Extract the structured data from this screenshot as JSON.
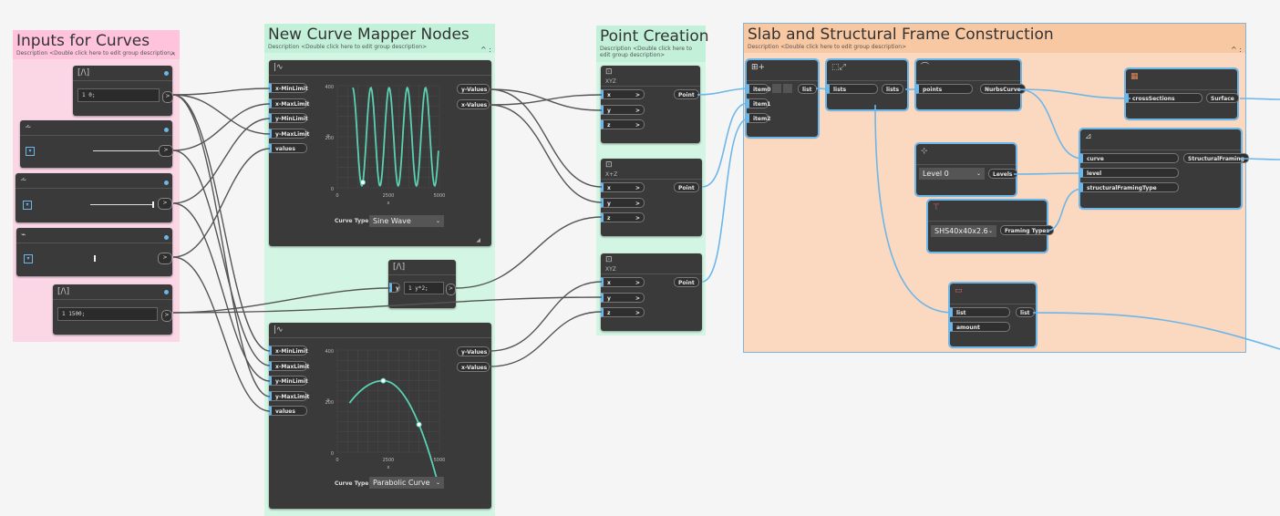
{
  "groups": {
    "inputs": {
      "title": "Inputs for Curves",
      "description": "Description <Double click here to edit group description>"
    },
    "mapper": {
      "title": "New Curve Mapper Nodes",
      "description": "Description <Double click here to edit group description>"
    },
    "points": {
      "title": "Point Creation",
      "description": "Description <Double click here to\nedit group description>"
    },
    "slab": {
      "title": "Slab and Structural Frame Construction",
      "description": "Description <Double click here to edit group description>"
    }
  },
  "colors": {
    "inputs": "#ffc7dc",
    "mapper": "#c5f0da",
    "points": "#c5f0da",
    "slab": "#fbd5b5",
    "wire": "#555555",
    "wire_blue": "#6db6e9",
    "accent": "#6db6e9",
    "curve": "#5ad1b3"
  },
  "nodes": {
    "cb_top": {
      "code": "1  0;",
      "icon": "[/\\]"
    },
    "slider1": {
      "icon": "slider-icon",
      "arrow": ">"
    },
    "slider2": {
      "icon": "slider-icon",
      "arrow": ">"
    },
    "slider3": {
      "icon": "slider-icon",
      "arrow": ">"
    },
    "cb_bottom": {
      "code": "1  1500;",
      "icon": "[/\\]"
    },
    "cb_mid": {
      "port": "y",
      "code": "1  y*2;",
      "icon": "[/\\]"
    },
    "mapper1": {
      "inputs": [
        "x-MinLimit",
        "x-MaxLimit",
        "y-MinLimit",
        "y-MaxLimit",
        "values"
      ],
      "outputs": [
        "y-Values",
        "x-Values"
      ],
      "curve_type_label": "Curve Type",
      "curve_type": "Sine Wave",
      "yticks": [
        "400",
        "200",
        "0"
      ],
      "xticks": [
        "0",
        "2500",
        "5000"
      ],
      "xaxis": "x",
      "yaxis": "y"
    },
    "mapper2": {
      "inputs": [
        "x-MinLimit",
        "x-MaxLimit",
        "y-MinLimit",
        "y-MaxLimit",
        "values"
      ],
      "outputs": [
        "y-Values",
        "x-Values"
      ],
      "curve_type_label": "Curve Type",
      "curve_type": "Parabolic Curve",
      "yticks": [
        "400",
        "200",
        "0"
      ],
      "xticks": [
        "0",
        "2500",
        "5000"
      ],
      "xaxis": "x",
      "yaxis": "y"
    },
    "pt1": {
      "title": "XYZ",
      "inputs": [
        "x",
        "y",
        "z"
      ],
      "output": "Point"
    },
    "pt2": {
      "title": "X+Z",
      "inputs": [
        "x",
        "y",
        "z"
      ],
      "output": "Point"
    },
    "pt3": {
      "title": "XYZ",
      "inputs": [
        "x",
        "y",
        "z"
      ],
      "output": "Point"
    },
    "list_create": {
      "inputs": [
        "item0",
        "item1",
        "item2"
      ],
      "output": "list"
    },
    "transpose": {
      "input": "lists",
      "output": "lists"
    },
    "nurbs": {
      "input": "points",
      "output": "NurbsCurve"
    },
    "loft": {
      "input": "crossSections",
      "output": "Surface"
    },
    "levels": {
      "value": "Level 0",
      "output": "Levels"
    },
    "framing_types": {
      "value": "SHS40x40x2.6",
      "output": "Framing Types"
    },
    "struct": {
      "inputs": [
        "curve",
        "level",
        "structuralFramingType"
      ],
      "output": "StructuralFraming"
    },
    "drop": {
      "inputs": [
        "list",
        "amount"
      ],
      "output": "list"
    }
  }
}
